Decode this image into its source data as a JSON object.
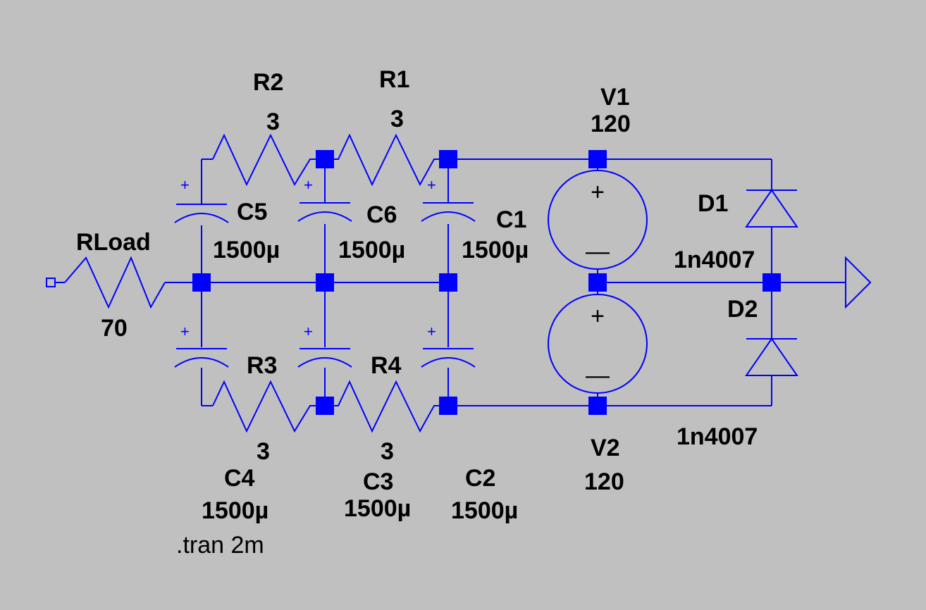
{
  "components": {
    "rload": {
      "name": "RLoad",
      "value": "70"
    },
    "r1": {
      "name": "R1",
      "value": "3"
    },
    "r2": {
      "name": "R2",
      "value": "3"
    },
    "r3": {
      "name": "R3",
      "value": "3"
    },
    "r4": {
      "name": "R4",
      "value": "3"
    },
    "c1": {
      "name": "C1",
      "value": "1500µ"
    },
    "c2": {
      "name": "C2",
      "value": "1500µ"
    },
    "c3": {
      "name": "C3",
      "value": "1500µ"
    },
    "c4": {
      "name": "C4",
      "value": "1500µ"
    },
    "c5": {
      "name": "C5",
      "value": "1500µ"
    },
    "c6": {
      "name": "C6",
      "value": "1500µ"
    },
    "v1": {
      "name": "V1",
      "value": "120"
    },
    "v2": {
      "name": "V2",
      "value": "120"
    },
    "d1": {
      "name": "D1",
      "model": "1n4007"
    },
    "d2": {
      "name": "D2",
      "model": "1n4007"
    }
  },
  "directive": ".tran 2m",
  "colors": {
    "background": "#c0c0c0",
    "wire": "#0000ff",
    "text": "#000000"
  },
  "symbols": {
    "polarity_plus": "+",
    "polarity_minus": "—"
  }
}
